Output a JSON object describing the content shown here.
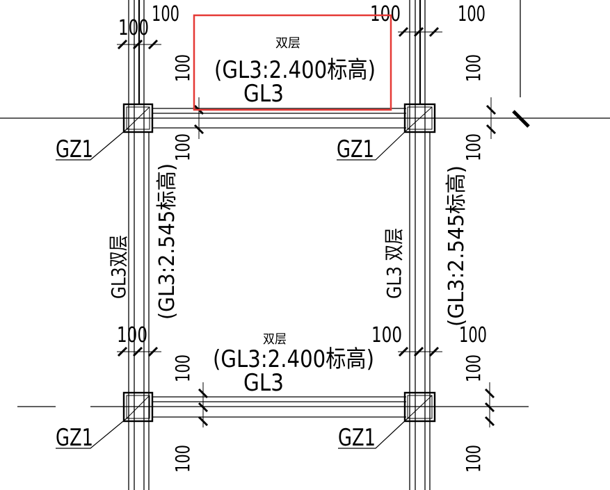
{
  "labels": {
    "dim": "100",
    "column": "GZ1",
    "beam": "GL3",
    "double_layer": "双层",
    "beam_elev_top": "(GL3:2.400标高)",
    "beam_elev_bottom": "(GL3:2.400标高)",
    "beam_elev_left": "(GL3:2.545标高)",
    "beam_elev_right": "(GL3:2.545标高)",
    "beam_left_vertical": "GL3双层",
    "beam_right_vertical": "GL3 双层"
  },
  "colors": {
    "line": "#000000",
    "highlight": "#e53935",
    "background": "#ffffff"
  }
}
